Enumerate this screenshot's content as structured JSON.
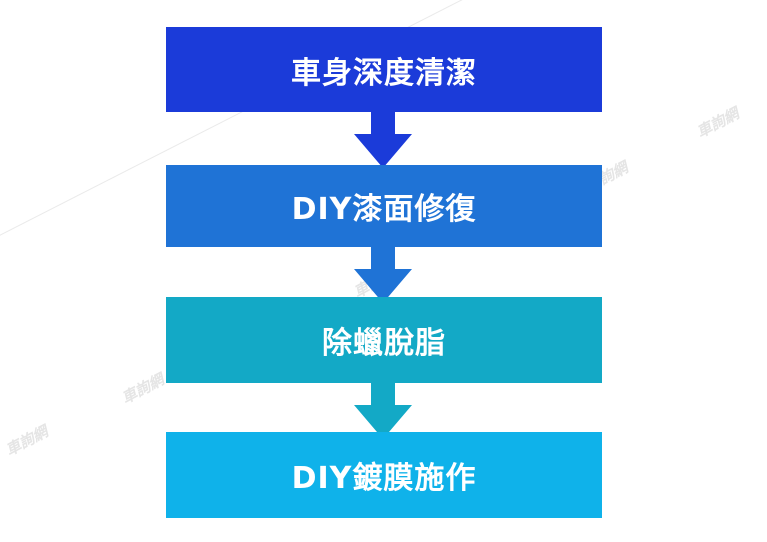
{
  "steps": [
    {
      "label": "車身深度清潔",
      "color": "#1b3bd9"
    },
    {
      "label": "DIY漆面修復",
      "color": "#1f73d6"
    },
    {
      "label": "除蠟脫脂",
      "color": "#13a9c6"
    },
    {
      "label": "DIY鍍膜施作",
      "color": "#0fb2ea"
    }
  ],
  "arrows": [
    {
      "color": "#1b3bd9"
    },
    {
      "color": "#1f73d6"
    },
    {
      "color": "#13a9c6"
    }
  ],
  "watermark": {
    "text": "車詢網"
  }
}
